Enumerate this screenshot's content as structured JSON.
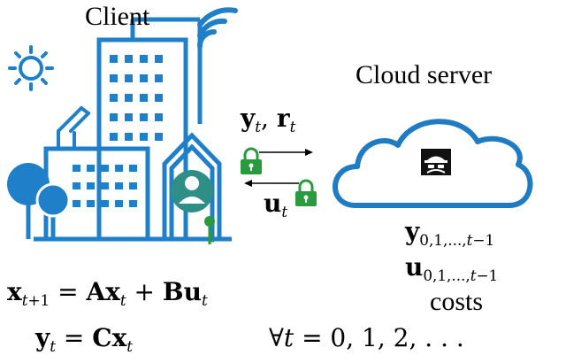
{
  "client_title": "Client",
  "server_title": "Cloud server",
  "uplink_label": "y_t, r_t",
  "downlink_label": "u_t",
  "stored_items": [
    "y_{0,1,...,t-1}",
    "u_{0,1,...,t-1}",
    "costs"
  ],
  "dynamics_eq": "x_{t+1} = Ax_t + Bu_t",
  "output_eq": "y_t = Cx_t",
  "time_domain": "∀t = 0, 1, 2, . . .",
  "colors": {
    "building_blue": "#1f7fc8",
    "lock_green": "#2a9a3f",
    "cloud_blue": "#1e7bc4",
    "ink": "#000000"
  },
  "icons": [
    "sun-icon",
    "wifi-icon",
    "building-icon",
    "tree-icon",
    "house-icon",
    "user-icon",
    "key-icon",
    "lock-icon",
    "cloud-icon",
    "hacker-icon"
  ]
}
